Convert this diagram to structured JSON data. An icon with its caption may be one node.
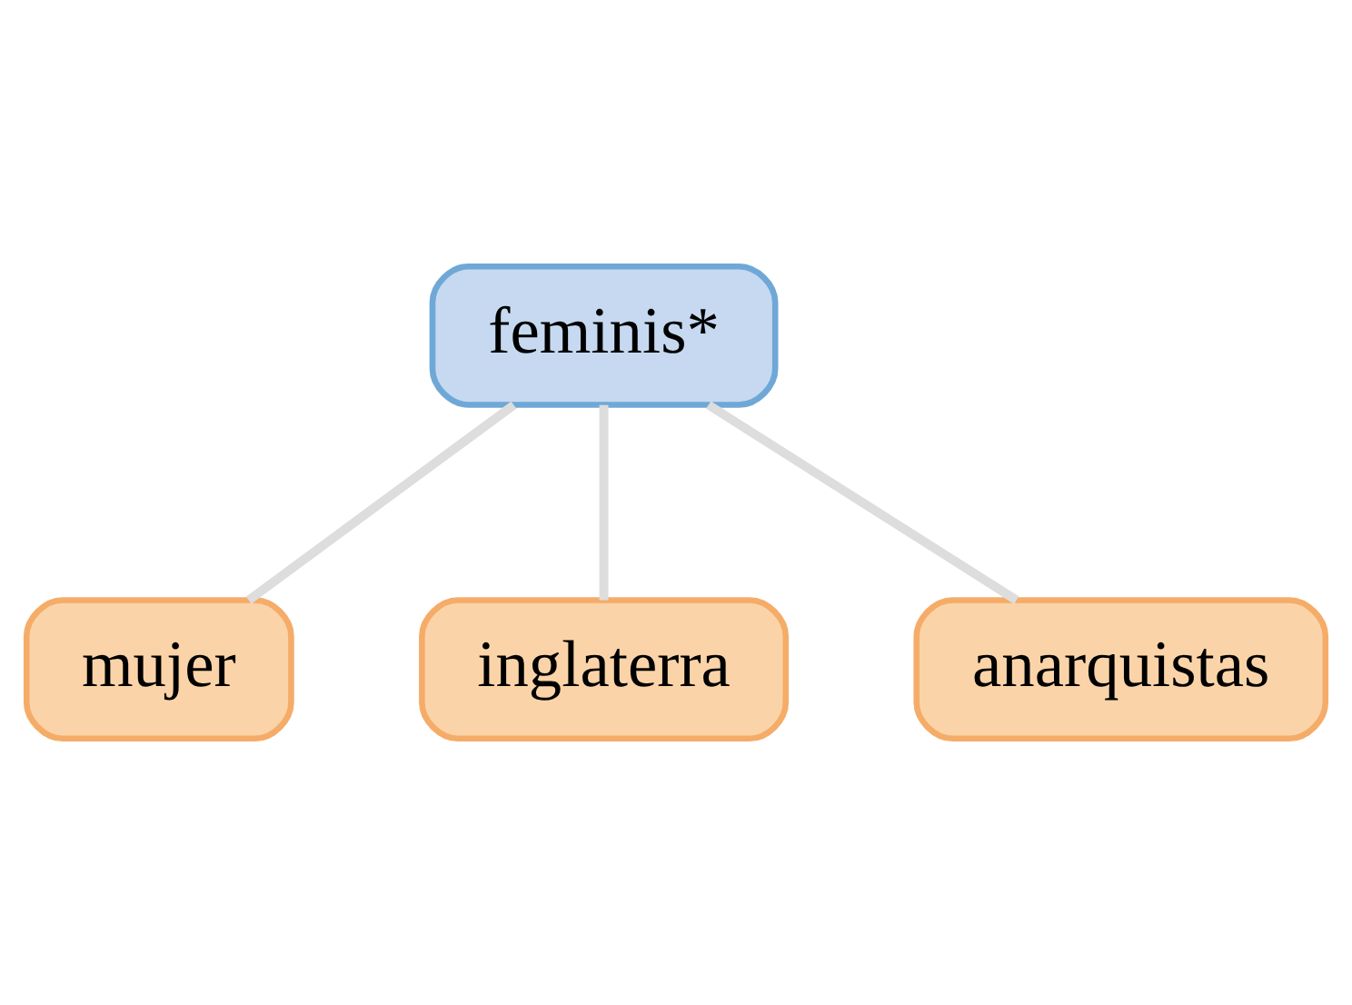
{
  "diagram": {
    "nodes": [
      {
        "text": [
          "feminis*"
        ]
      },
      {
        "text": [
          "mujer"
        ]
      },
      {
        "text": [
          "inglaterra"
        ]
      },
      {
        "text": [
          "anarquistas"
        ]
      }
    ],
    "edges": [
      {
        "from": 0,
        "to": 1,
        "arrow": "none"
      },
      {
        "from": 0,
        "to": 2,
        "arrow": "none"
      },
      {
        "from": 0,
        "to": 3,
        "arrow": "none"
      }
    ]
  }
}
